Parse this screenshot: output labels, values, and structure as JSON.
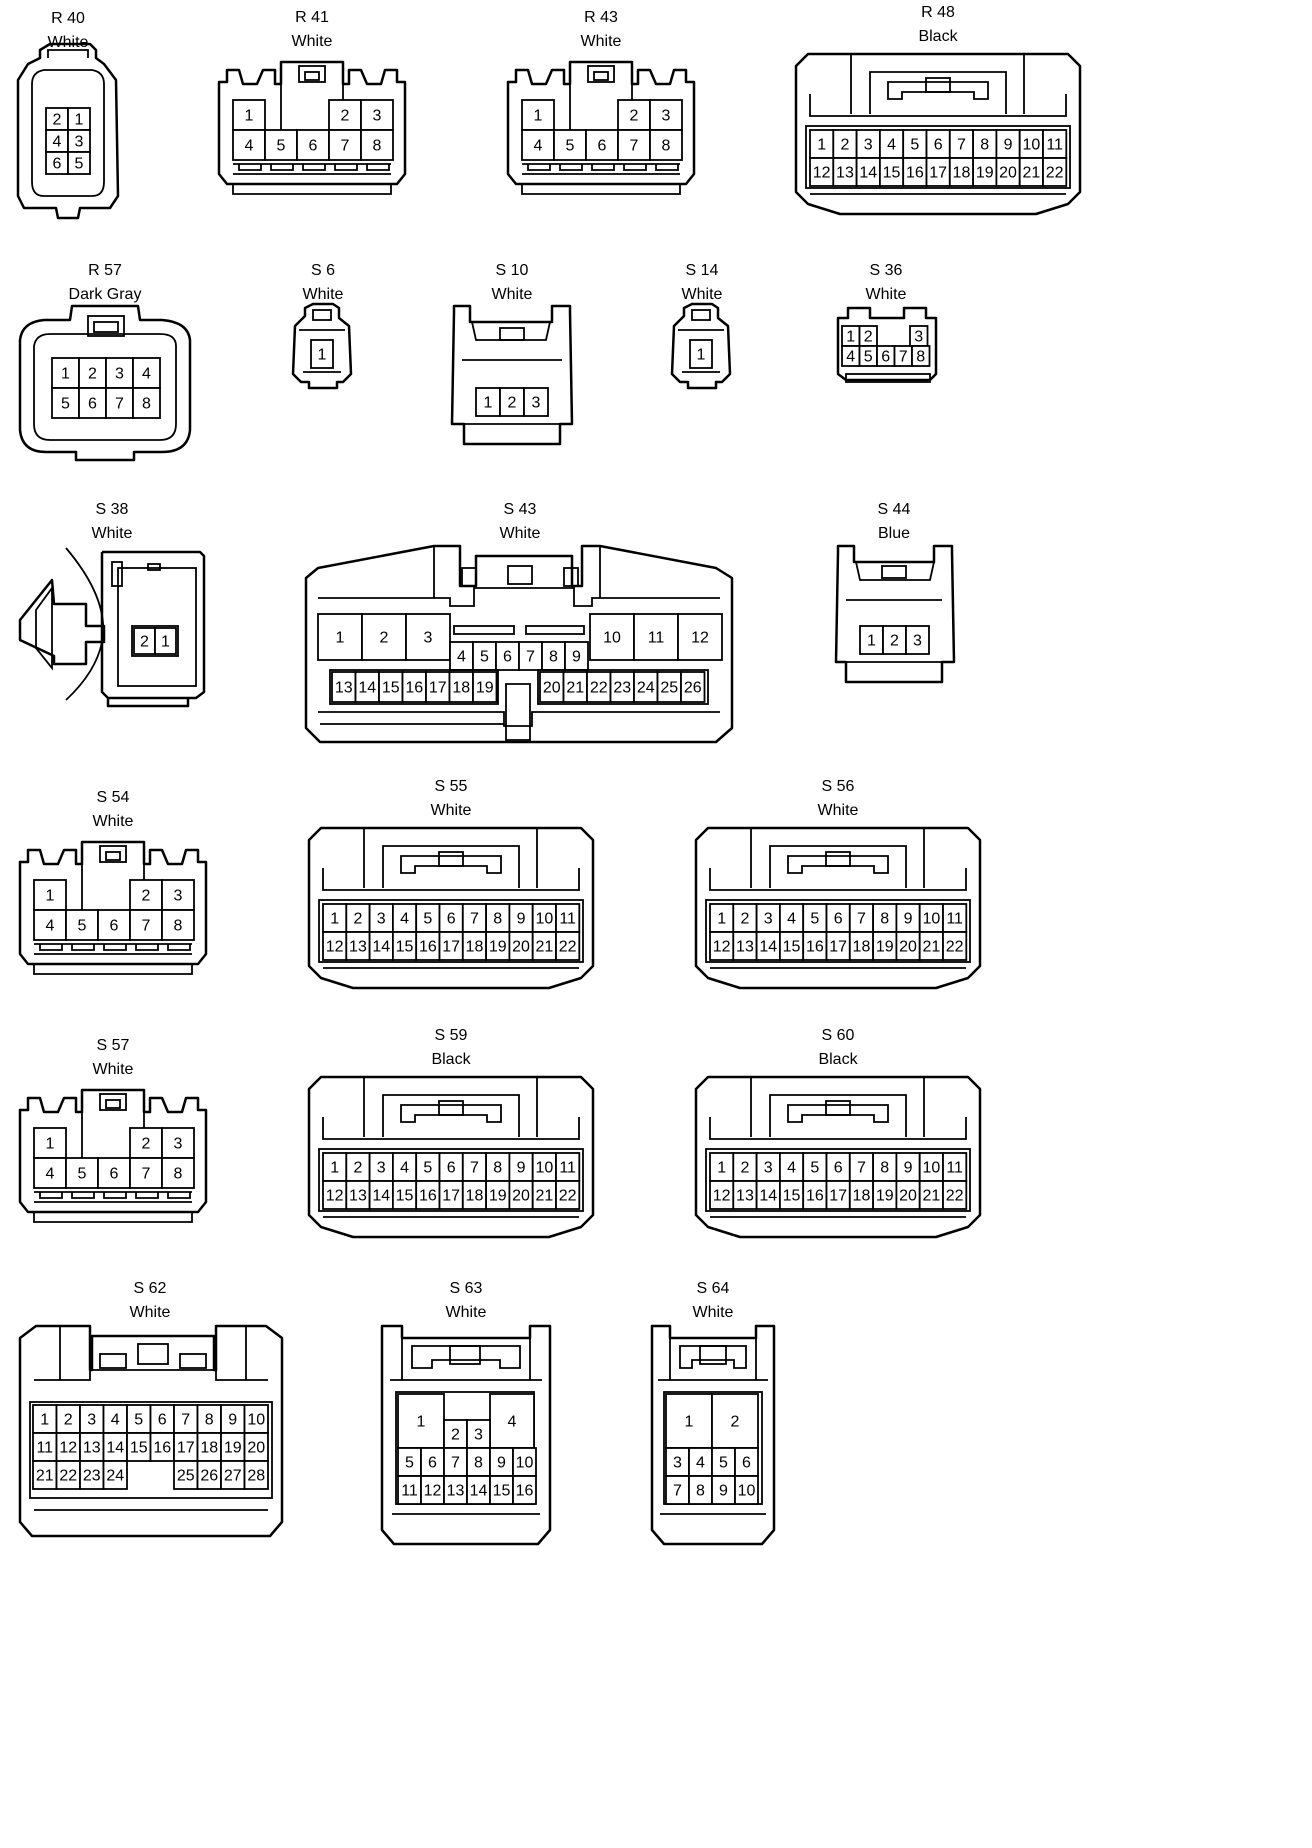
{
  "connectors": [
    {
      "id": "R40",
      "name": "R 40",
      "color": "White",
      "rows": [
        [
          "2",
          "1"
        ],
        [
          "4",
          "3"
        ],
        [
          "6",
          "5"
        ]
      ]
    },
    {
      "id": "R41",
      "name": "R 41",
      "color": "White",
      "rows": [
        [
          "1",
          "",
          "",
          "2",
          "3"
        ],
        [
          "4",
          "5",
          "6",
          "7",
          "8"
        ]
      ]
    },
    {
      "id": "R43",
      "name": "R 43",
      "color": "White",
      "rows": [
        [
          "1",
          "",
          "",
          "2",
          "3"
        ],
        [
          "4",
          "5",
          "6",
          "7",
          "8"
        ]
      ]
    },
    {
      "id": "R48",
      "name": "R 48",
      "color": "Black",
      "rows": [
        [
          "1",
          "2",
          "3",
          "4",
          "5",
          "6",
          "7",
          "8",
          "9",
          "10",
          "11"
        ],
        [
          "12",
          "13",
          "14",
          "15",
          "16",
          "17",
          "18",
          "19",
          "20",
          "21",
          "22"
        ]
      ]
    },
    {
      "id": "R57",
      "name": "R 57",
      "color": "Dark Gray",
      "rows": [
        [
          "1",
          "2",
          "3",
          "4"
        ],
        [
          "5",
          "6",
          "7",
          "8"
        ]
      ]
    },
    {
      "id": "S6",
      "name": "S 6",
      "color": "White",
      "rows": [
        [
          "1"
        ]
      ]
    },
    {
      "id": "S10",
      "name": "S 10",
      "color": "White",
      "rows": [
        [
          "1",
          "2",
          "3"
        ]
      ]
    },
    {
      "id": "S14",
      "name": "S 14",
      "color": "White",
      "rows": [
        [
          "1"
        ]
      ]
    },
    {
      "id": "S36",
      "name": "S 36",
      "color": "White",
      "rows": [
        [
          "1",
          "2",
          "",
          "3"
        ],
        [
          "4",
          "5",
          "6",
          "7",
          "8"
        ]
      ]
    },
    {
      "id": "S38",
      "name": "S 38",
      "color": "White",
      "rows": [
        [
          "2",
          "1"
        ]
      ]
    },
    {
      "id": "S43",
      "name": "S 43",
      "color": "White",
      "rows": [
        [
          "1",
          "2",
          "3"
        ],
        [
          "4",
          "5",
          "6",
          "7",
          "8",
          "9"
        ],
        [
          "10",
          "11",
          "12"
        ],
        [
          "13",
          "14",
          "15",
          "16",
          "17",
          "18",
          "19"
        ],
        [
          "20",
          "21",
          "22",
          "23",
          "24",
          "25",
          "26"
        ]
      ]
    },
    {
      "id": "S44",
      "name": "S 44",
      "color": "Blue",
      "rows": [
        [
          "1",
          "2",
          "3"
        ]
      ]
    },
    {
      "id": "S54",
      "name": "S 54",
      "color": "White",
      "rows": [
        [
          "1",
          "",
          "",
          "2",
          "3"
        ],
        [
          "4",
          "5",
          "6",
          "7",
          "8"
        ]
      ]
    },
    {
      "id": "S55",
      "name": "S 55",
      "color": "White",
      "rows": [
        [
          "1",
          "2",
          "3",
          "4",
          "5",
          "6",
          "7",
          "8",
          "9",
          "10",
          "11"
        ],
        [
          "12",
          "13",
          "14",
          "15",
          "16",
          "17",
          "18",
          "19",
          "20",
          "21",
          "22"
        ]
      ]
    },
    {
      "id": "S56",
      "name": "S 56",
      "color": "White",
      "rows": [
        [
          "1",
          "2",
          "3",
          "4",
          "5",
          "6",
          "7",
          "8",
          "9",
          "10",
          "11"
        ],
        [
          "12",
          "13",
          "14",
          "15",
          "16",
          "17",
          "18",
          "19",
          "20",
          "21",
          "22"
        ]
      ]
    },
    {
      "id": "S57",
      "name": "S 57",
      "color": "White",
      "rows": [
        [
          "1",
          "",
          "",
          "2",
          "3"
        ],
        [
          "4",
          "5",
          "6",
          "7",
          "8"
        ]
      ]
    },
    {
      "id": "S59",
      "name": "S 59",
      "color": "Black",
      "rows": [
        [
          "1",
          "2",
          "3",
          "4",
          "5",
          "6",
          "7",
          "8",
          "9",
          "10",
          "11"
        ],
        [
          "12",
          "13",
          "14",
          "15",
          "16",
          "17",
          "18",
          "19",
          "20",
          "21",
          "22"
        ]
      ]
    },
    {
      "id": "S60",
      "name": "S 60",
      "color": "Black",
      "rows": [
        [
          "1",
          "2",
          "3",
          "4",
          "5",
          "6",
          "7",
          "8",
          "9",
          "10",
          "11"
        ],
        [
          "12",
          "13",
          "14",
          "15",
          "16",
          "17",
          "18",
          "19",
          "20",
          "21",
          "22"
        ]
      ]
    },
    {
      "id": "S62",
      "name": "S 62",
      "color": "White",
      "rows": [
        [
          "1",
          "2",
          "3",
          "4",
          "5",
          "6",
          "7",
          "8",
          "9",
          "10"
        ],
        [
          "11",
          "12",
          "13",
          "14",
          "15",
          "16",
          "17",
          "18",
          "19",
          "20"
        ],
        [
          "21",
          "22",
          "23",
          "24",
          "",
          "",
          "25",
          "26",
          "27",
          "28"
        ]
      ]
    },
    {
      "id": "S63",
      "name": "S 63",
      "color": "White",
      "rows": [
        [
          "1",
          "",
          "",
          "4"
        ],
        [
          "2",
          "3"
        ],
        [
          "5",
          "6",
          "7",
          "8",
          "9",
          "10"
        ],
        [
          "11",
          "12",
          "13",
          "14",
          "15",
          "16"
        ]
      ]
    },
    {
      "id": "S64",
      "name": "S 64",
      "color": "White",
      "rows": [
        [
          "1",
          "2"
        ],
        [
          "3",
          "4",
          "5",
          "6"
        ],
        [
          "7",
          "8",
          "9",
          "10"
        ]
      ]
    }
  ]
}
